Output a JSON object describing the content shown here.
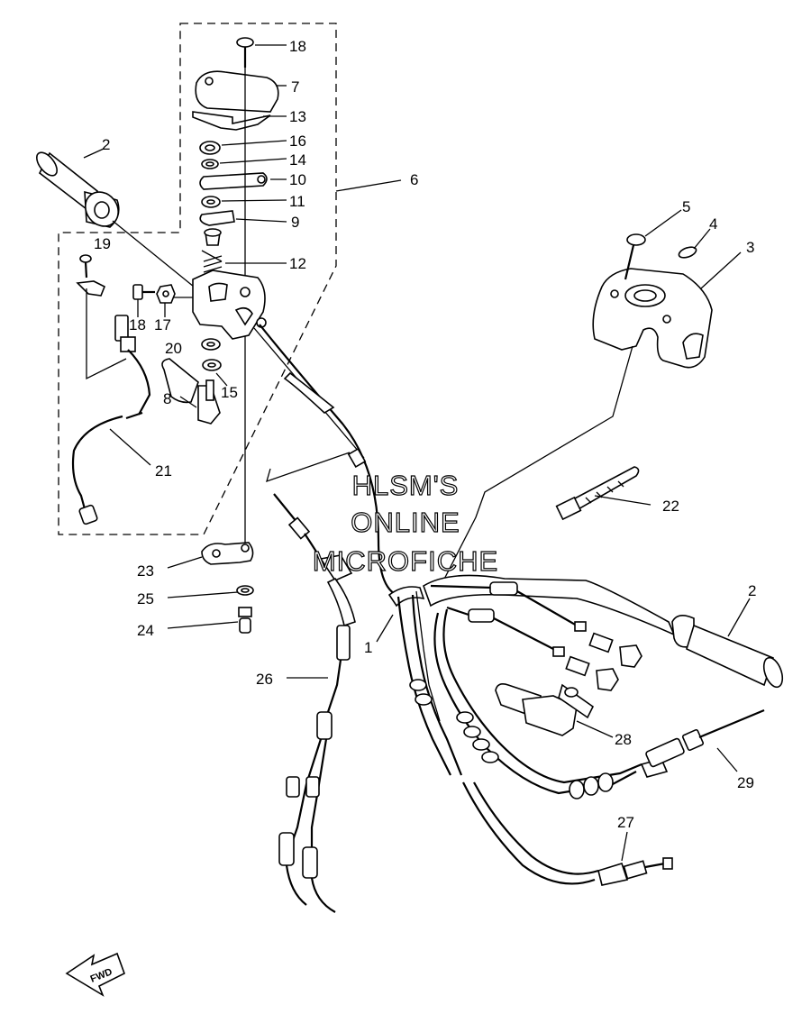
{
  "callouts": {
    "c1": "1",
    "c2a": "2",
    "c2b": "2",
    "c3": "3",
    "c4": "4",
    "c5": "5",
    "c6": "6",
    "c7": "7",
    "c8": "8",
    "c9": "9",
    "c10": "10",
    "c11": "11",
    "c12": "12",
    "c13": "13",
    "c14": "14",
    "c15": "15",
    "c16": "16",
    "c17": "17",
    "c18a": "18",
    "c18b": "18",
    "c19": "19",
    "c20": "20",
    "c21": "21",
    "c22": "22",
    "c23": "23",
    "c24": "24",
    "c25": "25",
    "c26": "26",
    "c27": "27",
    "c28": "28",
    "c29": "29"
  },
  "watermark": {
    "line1": "HLSM'S",
    "line2": "ONLINE",
    "line3": "MICROFICHE"
  },
  "fwd_badge": "FWD"
}
